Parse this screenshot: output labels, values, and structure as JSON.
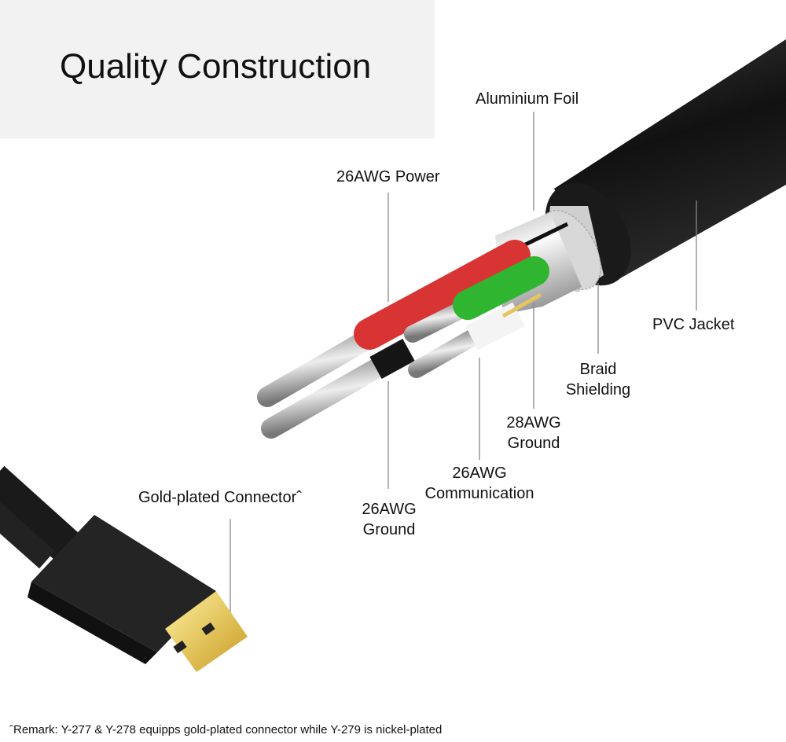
{
  "title": "Quality Construction",
  "labels": {
    "aluminium_foil": "Aluminium Foil",
    "power": "26AWG Power",
    "pvc_jacket": "PVC Jacket",
    "braid_line1": "Braid",
    "braid_line2": "Shielding",
    "ground28_line1": "28AWG",
    "ground28_line2": "Ground",
    "comm_line1": "26AWG",
    "comm_line2": "Communication",
    "ground26_line1": "26AWG",
    "ground26_line2": "Ground",
    "connector": "Gold-plated Connectorˆ"
  },
  "remark": "ˆRemark: Y-277 & Y-278 equipps gold-plated connector while Y-279 is nickel-plated",
  "colors": {
    "red": "#d93434",
    "green": "#2fb52f",
    "jacket": "#1c1c1c",
    "gold": "#e0c050"
  }
}
